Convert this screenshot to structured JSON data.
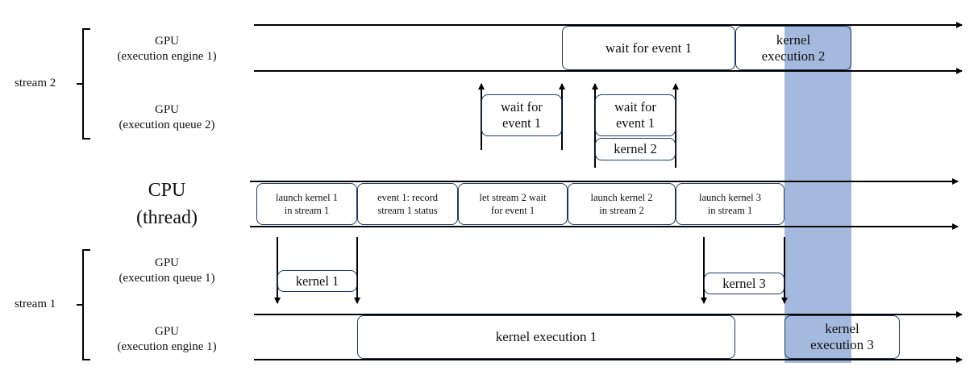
{
  "rows": {
    "s2_engine": "GPU\n(execution engine 1)",
    "s2_queue": "GPU\n(execution queue 2)",
    "cpu": "CPU\n(thread)",
    "s1_queue": "GPU\n(execution queue 1)",
    "s1_engine": "GPU\n(execution engine 1)"
  },
  "streams": {
    "stream2": "stream 2",
    "stream1": "stream 1"
  },
  "cpu_tasks": [
    "launch kernel 1\nin stream 1",
    "event 1: record\nstream 1 status",
    "let stream 2 wait\nfor event 1",
    "launch kernel 2\nin stream 2",
    "launch kernel 3\nin stream 1"
  ],
  "s2_engine_tasks": [
    "wait for event 1",
    "kernel\nexecution 2"
  ],
  "s2_queue_tasks": [
    "wait for\nevent 1",
    "wait for\nevent 1",
    "kernel 2"
  ],
  "s1_queue_tasks": [
    "kernel 1",
    "kernel 3"
  ],
  "s1_engine_tasks": [
    "kernel execution 1",
    "kernel\nexecution 3"
  ],
  "colors": {
    "highlight": "#9db3dc",
    "box_border": "#1f3a5f",
    "line": "#000000"
  }
}
